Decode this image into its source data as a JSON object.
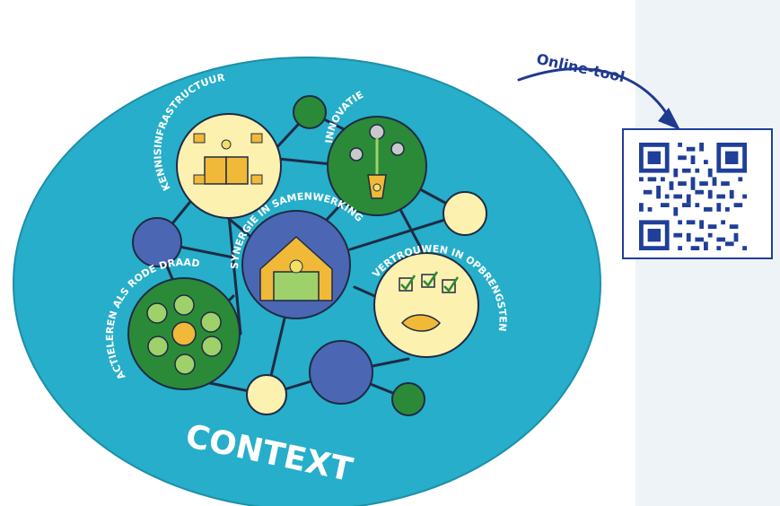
{
  "diagram": {
    "context_label": "CONTEXT",
    "nodes": {
      "kennisinfrastructuur": {
        "label": "KENNISINFRASTRUCTUUR"
      },
      "innovatie": {
        "label": "INNOVATIE"
      },
      "synergie": {
        "label": "SYNERGIE IN SAMENWERKING"
      },
      "vertrouwen": {
        "label": "VERTROUWEN IN OPBRENGSTEN"
      },
      "actieleren": {
        "label": "ACTIELEREN ALS RODE DRAAD"
      }
    }
  },
  "online_tool": {
    "label": "Online-tool"
  },
  "colors": {
    "background": "#ffffff",
    "panel": "#eef3f7",
    "context": "#26aeca",
    "green": "#2b8a38",
    "yellow_circle": "#fdf1b0",
    "blue_circle": "#4b67b3",
    "line": "#1f2a44",
    "qr_blue": "#1f3f99"
  },
  "icons": {
    "book": "open-book-with-lightbulbs-icon",
    "plant": "plant-with-gears-icon",
    "puzzle_house": "puzzle-house-with-hand-icon",
    "checklist_handshake": "checklist-handshake-icon",
    "lightbulb_cluster": "lightbulb-cluster-icon"
  }
}
